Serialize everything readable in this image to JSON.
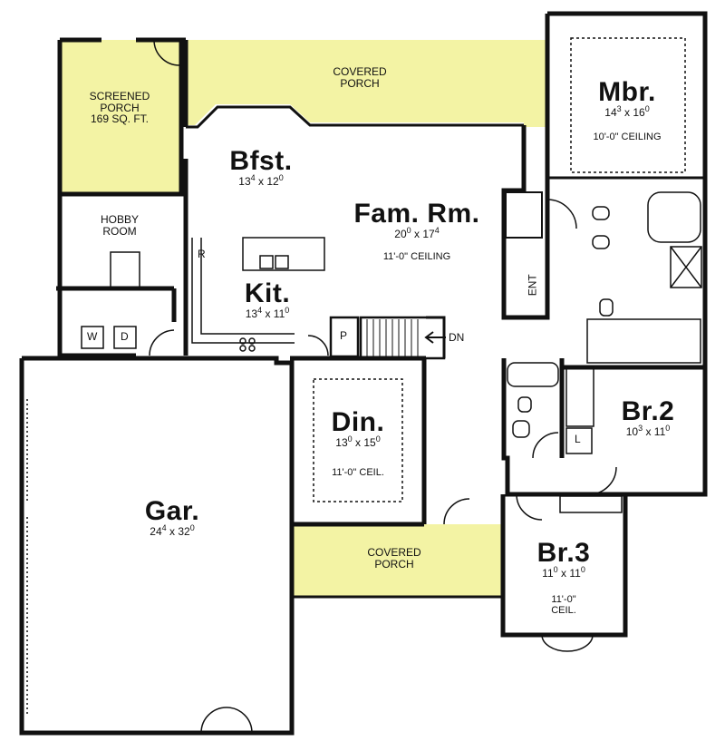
{
  "colors": {
    "porch_fill": "#f3f3a4",
    "wall": "#111111",
    "background": "#ffffff"
  },
  "rooms": {
    "screened_porch": {
      "line1": "SCREENED",
      "line2": "PORCH",
      "line3": "169 SQ. FT."
    },
    "covered_porch_top": {
      "line1": "COVERED",
      "line2": "PORCH"
    },
    "mbr": {
      "name": "Mbr.",
      "w": "14",
      "w_in": "3",
      "x": "x",
      "d": "16",
      "d_in": "0",
      "ceiling": "10'-0\" CEILING"
    },
    "bfst": {
      "name": "Bfst.",
      "w": "13",
      "w_in": "4",
      "x": "x",
      "d": "12",
      "d_in": "0"
    },
    "fam_rm": {
      "name": "Fam. Rm.",
      "w": "20",
      "w_in": "0",
      "x": "x",
      "d": "17",
      "d_in": "4",
      "ceiling": "11'-0\" CEILING"
    },
    "hobby_room": {
      "line1": "HOBBY",
      "line2": "ROOM"
    },
    "kit": {
      "name": "Kit.",
      "w": "13",
      "w_in": "4",
      "x": "x",
      "d": "11",
      "d_in": "0"
    },
    "din": {
      "name": "Din.",
      "w": "13",
      "w_in": "0",
      "x": "x",
      "d": "15",
      "d_in": "0",
      "ceiling": "11'-0\" CEIL."
    },
    "br2": {
      "name": "Br.2",
      "w": "10",
      "w_in": "3",
      "x": "x",
      "d": "11",
      "d_in": "0"
    },
    "gar": {
      "name": "Gar.",
      "w": "24",
      "w_in": "4",
      "x": "x",
      "d": "32",
      "d_in": "0"
    },
    "covered_porch_bottom": {
      "line1": "COVERED",
      "line2": "PORCH"
    },
    "br3": {
      "name": "Br.3",
      "w": "11",
      "w_in": "0",
      "x": "x",
      "d": "11",
      "d_in": "0",
      "ceiling1": "11'-0\"",
      "ceiling2": "CEIL."
    }
  },
  "marks": {
    "refrigerator": "R",
    "ent": "ENT",
    "dn": "DN",
    "pantry": "P",
    "linen": "L",
    "washer": "W",
    "dryer": "D"
  }
}
